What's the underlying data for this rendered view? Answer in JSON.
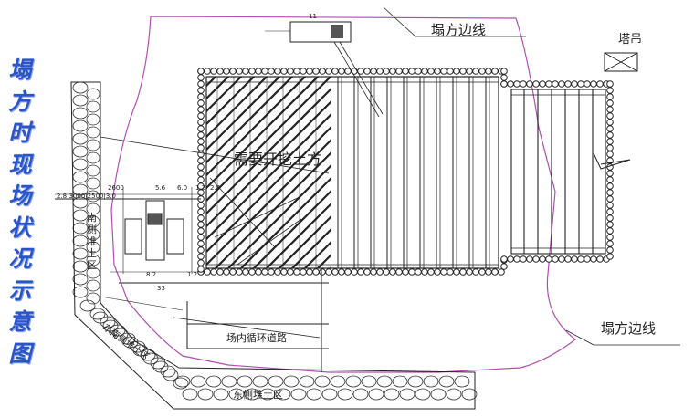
{
  "title": {
    "chars": [
      "塌",
      "方",
      "时",
      "现",
      "场",
      "状",
      "况",
      "示",
      "意",
      "图"
    ],
    "color": "#2a55c9"
  },
  "labels": {
    "collapse_line_top": "塌方边线",
    "collapse_line_right": "塌方边线",
    "tower_crane": "塔吊",
    "excavate": "需要开挖土方",
    "circulation_road": "场内循环道路",
    "south_pile": "南侧堆土区",
    "east_pile": "东侧堆土区",
    "southeast_pile": "东南侧堆土区"
  },
  "dims": {
    "d1": "2600",
    "d2": "5.6",
    "d3": "6.0",
    "d4": "1.2",
    "d5": "2.8",
    "row2": "2.8|3000|2500|3.0",
    "d7": "8.2",
    "d8": "1.2",
    "d9": "33",
    "d10": "11"
  },
  "colors": {
    "collapse_outline": "#b34db3",
    "lines": "#222222"
  },
  "icons": [
    "crane-cross-icon",
    "equipment-hatch-icon"
  ]
}
